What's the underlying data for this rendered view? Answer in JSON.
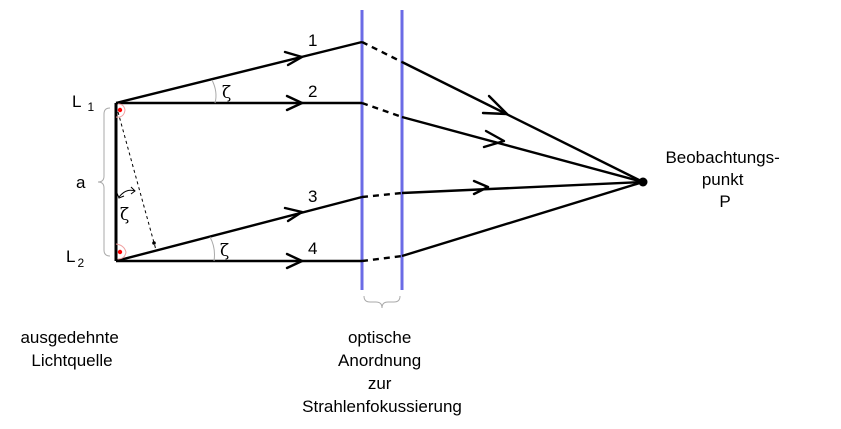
{
  "diagram": {
    "source_labels": {
      "l1_main": "L",
      "l1_sub": "1",
      "l2_main": "L",
      "l2_sub": "2",
      "distance": "a"
    },
    "angle_symbol": "ζ",
    "ray_numbers": [
      "1",
      "2",
      "3",
      "4"
    ],
    "observation_point": {
      "line1": "Beobachtungs-",
      "line2": "punkt",
      "line3": "P"
    },
    "source_caption": {
      "line1": "ausgedehnte",
      "line2": "Lichtquelle"
    },
    "optics_caption": {
      "line1": "optische",
      "line2": "Anordnung",
      "line3": "zur",
      "line4": "Strahlenfokussierung"
    },
    "colors": {
      "optics_plate": "#6b6be6",
      "right_angle_mark": "#ff0000"
    }
  }
}
